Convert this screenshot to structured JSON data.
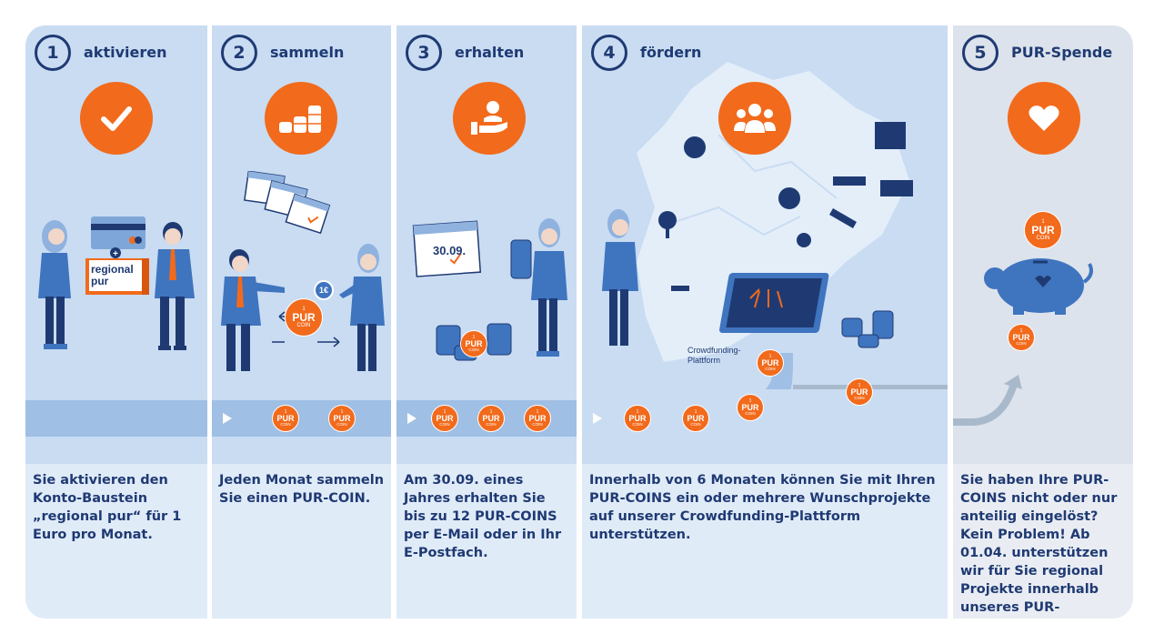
{
  "steps": [
    {
      "number": "1",
      "title": "aktivieren",
      "description": "Sie aktivieren den Konto-Baustein „regional pur“ für 1 Euro pro Monat.",
      "icon": "checkmark-icon",
      "product_label": "regional pur"
    },
    {
      "number": "2",
      "title": "sammeln",
      "description": "Jeden Monat sammeln Sie einen PUR-COIN.",
      "icon": "coin-stacks-icon",
      "price_badge": "1€"
    },
    {
      "number": "3",
      "title": "erhalten",
      "description": "Am 30.09. eines Jahres erhalten Sie bis zu 12 PUR-COINS per E-Mail oder in Ihr E-Postfach.",
      "icon": "hand-person-icon",
      "calendar_date": "30.09."
    },
    {
      "number": "4",
      "title": "fördern",
      "description": "Innerhalb von 6 Monaten können Sie mit Ihren PUR-COINS ein oder mehrere Wunschprojekte auf unserer Crowdfunding-Plattform unterstützen.",
      "icon": "group-icon",
      "platform_label": "Crowdfunding-\nPlattform"
    },
    {
      "number": "5",
      "title": "PUR-Spende",
      "description": "Sie haben Ihre PUR-COINS nicht oder nur anteilig eingelöst? Kein Problem! Ab 01.04. unterstützen wir für Sie regional Projekte innerhalb unseres PUR-Spendenprogramms.",
      "icon": "heart-icon"
    }
  ],
  "coin": {
    "top": "1",
    "middle": "PUR",
    "bottom": "COIN"
  },
  "colors": {
    "navy": "#1f3a73",
    "orange": "#f26a1b",
    "panel_blue": "#c9dcf2",
    "panel_grey": "#dde3ec",
    "belt_blue": "#9fbfe4",
    "accent_blue": "#3f74bf"
  }
}
